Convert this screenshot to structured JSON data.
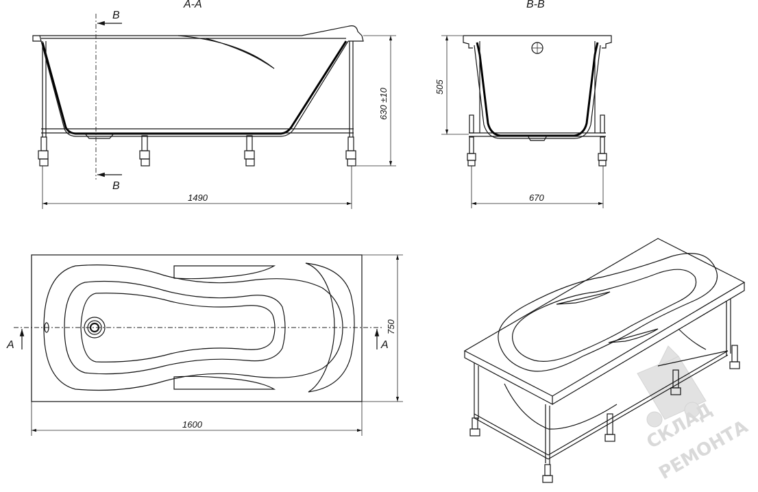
{
  "sections": {
    "a_a": {
      "title": "A-A",
      "cut_label_top": "B",
      "cut_label_bottom": "B",
      "dim_length": "1490",
      "dim_height": "630 ±10"
    },
    "b_b": {
      "title": "B-B",
      "dim_width": "670",
      "dim_height": "505"
    },
    "plan": {
      "dim_length": "1600",
      "dim_width": "750",
      "cut_label_left": "A",
      "cut_label_right": "A"
    }
  },
  "watermark": {
    "line1": "СКЛАД",
    "line2": "РЕМОНТА"
  }
}
